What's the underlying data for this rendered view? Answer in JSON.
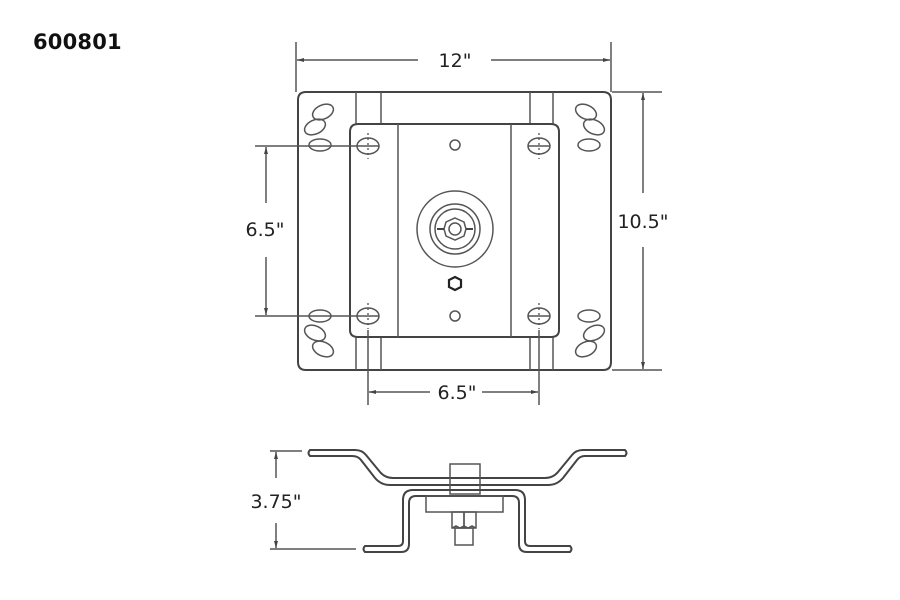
{
  "title": "600801",
  "drawing": {
    "top_view": {
      "width_label": "12\"",
      "height_label": "10.5\"",
      "hole_vertical_spacing_label": "6.5\"",
      "hole_horizontal_spacing_label": "6.5\""
    },
    "side_view": {
      "height_label": "3.75\""
    }
  },
  "colors": {
    "line": "#444444",
    "text": "#222222",
    "background": "#ffffff"
  }
}
